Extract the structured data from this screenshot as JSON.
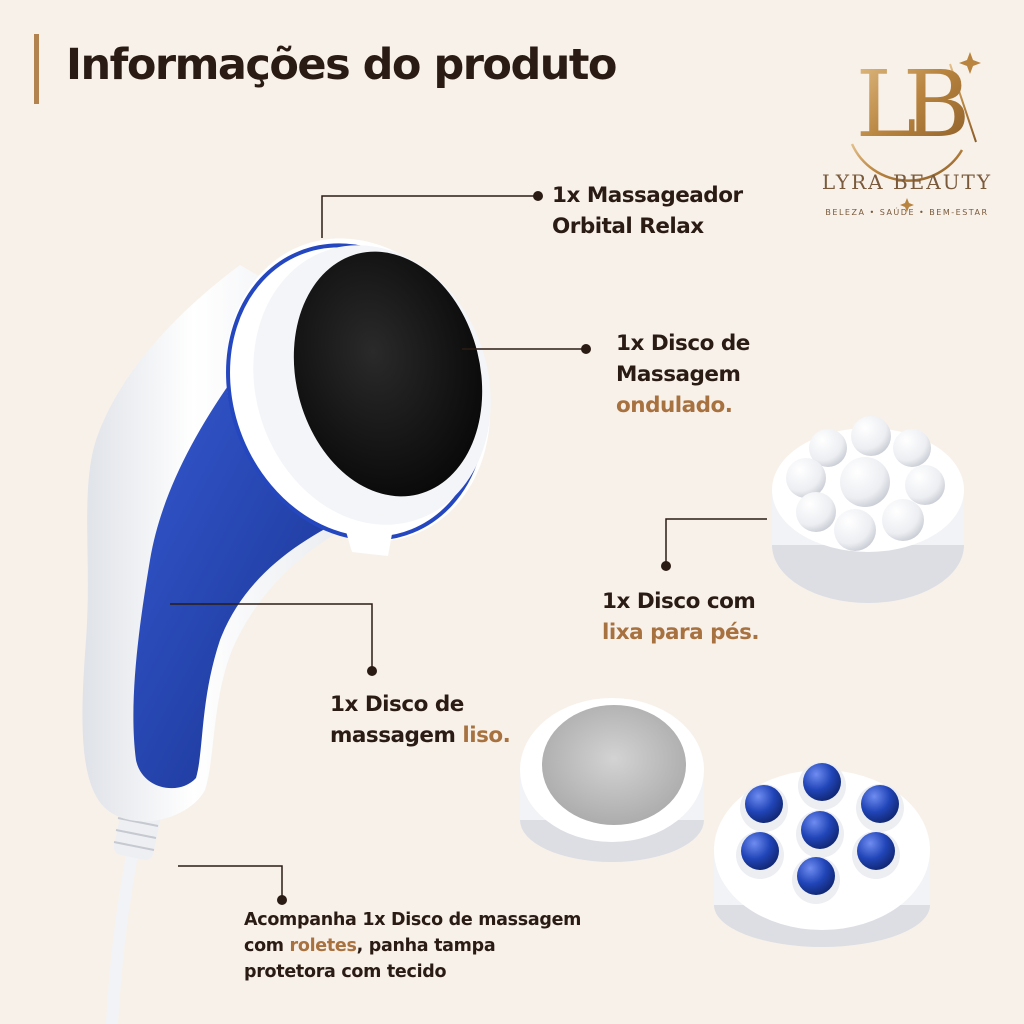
{
  "header": {
    "title": "Informações do produto"
  },
  "brand": {
    "monogram": "LB",
    "name": "LYRA BEAUTY",
    "tagline": "BELEZA • SAÚDE • BEM-ESTAR"
  },
  "callouts": [
    {
      "lines": [
        {
          "text": "1x Massageador"
        },
        {
          "text": "Orbital Relax"
        }
      ]
    },
    {
      "lines": [
        {
          "text": "1x Disco de"
        },
        {
          "text": "Massagem"
        },
        {
          "highlight": "ondulado."
        }
      ]
    },
    {
      "lines": [
        {
          "text": "1x Disco com"
        },
        {
          "highlight": "lixa para pés."
        }
      ]
    },
    {
      "lines": [
        {
          "text": "1x Disco de"
        },
        {
          "text": "massagem ",
          "highlight": "liso."
        }
      ]
    },
    {
      "lines": [
        {
          "text": "Acompanha 1x Disco de massagem"
        },
        {
          "text": "com ",
          "highlight": "roletes",
          "after": ", panha tampa"
        },
        {
          "text": "protetora com tecido"
        }
      ]
    }
  ],
  "colors": {
    "background": "#f8f1ea",
    "text": "#2a1c14",
    "accent": "#a87240",
    "device_blue": "#1f3fae",
    "device_white": "#ffffff"
  },
  "icons": [
    "massager-device",
    "spiked-roller-disc",
    "sanding-disc",
    "roller-ball-disc",
    "sparkle-icon"
  ]
}
